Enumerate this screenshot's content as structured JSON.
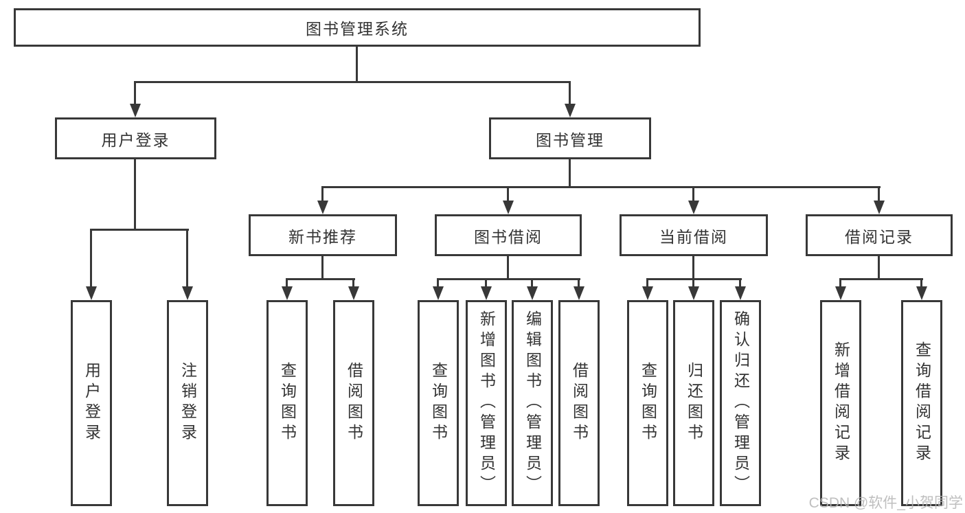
{
  "diagram": {
    "root": {
      "label": "图书管理系统"
    },
    "level2": [
      {
        "label": "用户登录"
      },
      {
        "label": "图书管理"
      }
    ],
    "level3": [
      {
        "label": "新书推荐",
        "parent": "图书管理"
      },
      {
        "label": "图书借阅",
        "parent": "图书管理"
      },
      {
        "label": "当前借阅",
        "parent": "图书管理"
      },
      {
        "label": "借阅记录",
        "parent": "图书管理"
      }
    ],
    "leaves": [
      {
        "label": "用户登录",
        "parent": "用户登录"
      },
      {
        "label": "注销登录",
        "parent": "用户登录"
      },
      {
        "label": "查询图书",
        "parent": "新书推荐"
      },
      {
        "label": "借阅图书",
        "parent": "新书推荐"
      },
      {
        "label": "查询图书",
        "parent": "图书借阅"
      },
      {
        "label": "新增图书（管理员）",
        "parent": "图书借阅"
      },
      {
        "label": "编辑图书（管理员）",
        "parent": "图书借阅"
      },
      {
        "label": "借阅图书",
        "parent": "图书借阅"
      },
      {
        "label": "查询图书",
        "parent": "当前借阅"
      },
      {
        "label": "归还图书",
        "parent": "当前借阅"
      },
      {
        "label": "确认归还（管理员）",
        "parent": "当前借阅"
      },
      {
        "label": "新增借阅记录",
        "parent": "借阅记录"
      },
      {
        "label": "查询借阅记录",
        "parent": "借阅记录"
      }
    ]
  },
  "watermark": {
    "text": "CSDN @软件_小贺同学",
    "color": "#b4b4b4"
  },
  "colors": {
    "line": "#383838",
    "text": "#333333",
    "background": "#ffffff"
  }
}
